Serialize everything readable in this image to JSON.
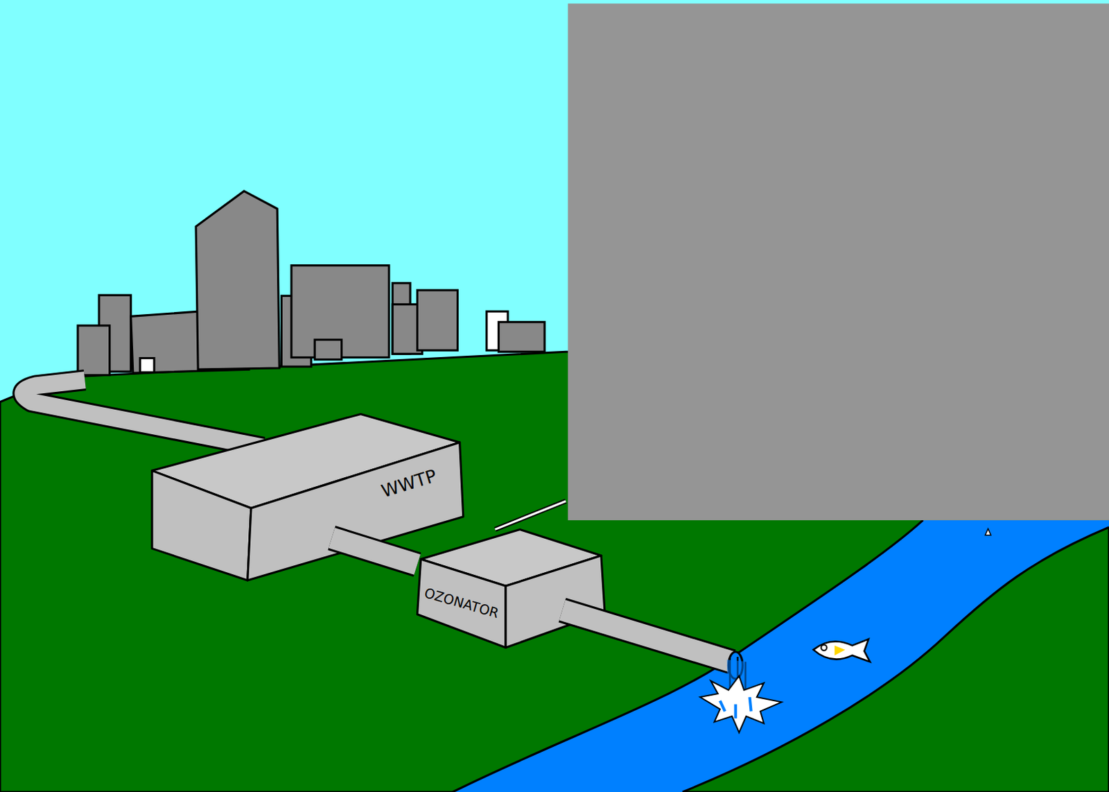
{
  "diagram": {
    "nodes": [
      {
        "text": [
          "WWTP"
        ]
      },
      {
        "text": [
          "OZONATOR"
        ]
      }
    ],
    "edges": [
      {
        "from": 0,
        "to": 1,
        "arrow": "none"
      }
    ]
  }
}
